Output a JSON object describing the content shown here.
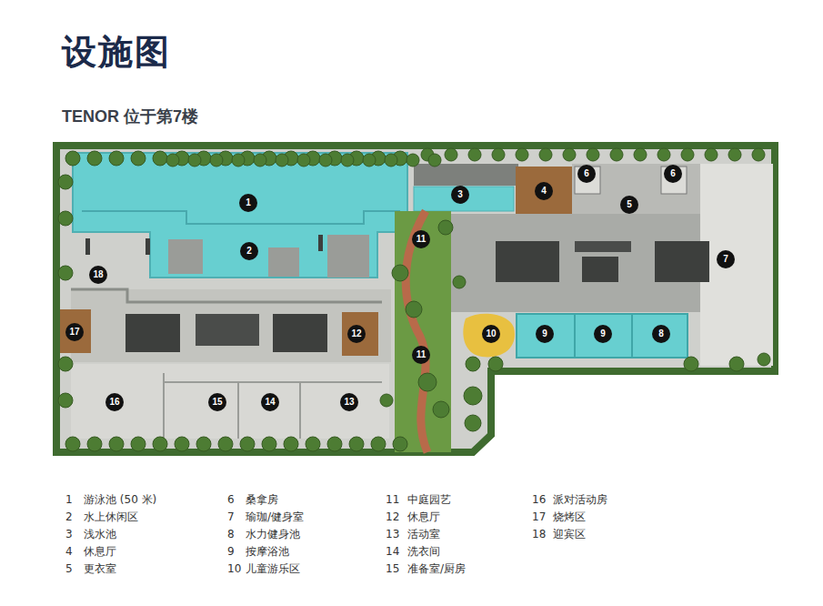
{
  "diagram": {
    "title": "设施图",
    "labels": [
      "TENOR 位于第7楼",
      "1",
      "2",
      "3",
      "4",
      "5",
      "6",
      "6",
      "7",
      "8",
      "9",
      "9",
      "10",
      "11",
      "11",
      "12",
      "13",
      "14",
      "15",
      "16",
      "17",
      "18",
      "1",
      "游泳池 (50 米)",
      "2",
      "水上休闲区",
      "3",
      "浅水池",
      "4",
      "休息厅",
      "5",
      "更衣室",
      "6",
      "桑拿房",
      "7",
      "瑜珈/健身室",
      "8",
      "水力健身池",
      "9",
      "按摩浴池",
      "10",
      "儿童游乐区",
      "11",
      "中庭园艺",
      "12",
      "休息厅",
      "13",
      "活动室",
      "14",
      "洗衣间",
      "15",
      "准备室/厨房",
      "16",
      "派对活动房",
      "17",
      "烧烤区",
      "18",
      "迎宾区"
    ]
  }
}
